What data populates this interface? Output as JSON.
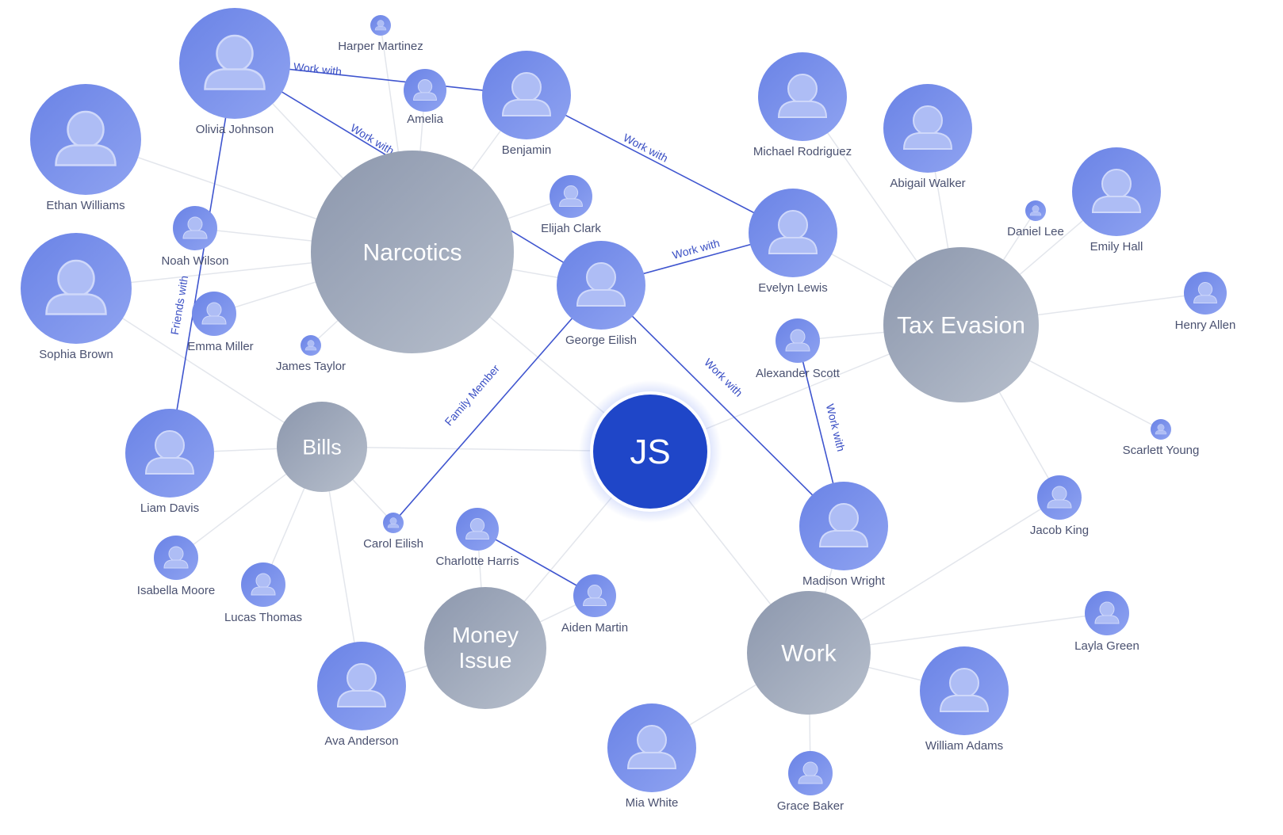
{
  "colors": {
    "person_fill_a": "#6a83e6",
    "person_fill_b": "#8ea2f0",
    "person_glyph": "#aebdf5",
    "topic_fill_a": "#8d98ad",
    "topic_fill_b": "#b3bbc9",
    "center_fill": "#1f46c8",
    "edge_light": "#e3e6ec",
    "edge_relation": "#3f55cf"
  },
  "center": {
    "label": "JS",
    "icon": "user-initials"
  },
  "topics": [
    {
      "id": "narcotics",
      "label": "Narcotics"
    },
    {
      "id": "tax",
      "label": "Tax Evasion"
    },
    {
      "id": "bills",
      "label": "Bills"
    },
    {
      "id": "money",
      "label": "Money\nIssue"
    },
    {
      "id": "work",
      "label": "Work"
    }
  ],
  "people": [
    {
      "id": "olivia",
      "name": "Olivia Johnson",
      "icon": "person-icon"
    },
    {
      "id": "harper",
      "name": "Harper Martinez",
      "icon": "person-icon"
    },
    {
      "id": "amelia",
      "name": "Amelia",
      "icon": "person-icon"
    },
    {
      "id": "benjamin",
      "name": "Benjamin",
      "icon": "person-icon"
    },
    {
      "id": "ethan",
      "name": "Ethan Williams",
      "icon": "person-icon"
    },
    {
      "id": "noah",
      "name": "Noah Wilson",
      "icon": "person-icon"
    },
    {
      "id": "sophia",
      "name": "Sophia Brown",
      "icon": "person-icon"
    },
    {
      "id": "emma",
      "name": "Emma Miller",
      "icon": "person-icon"
    },
    {
      "id": "james",
      "name": "James Taylor",
      "icon": "person-icon"
    },
    {
      "id": "elijah",
      "name": "Elijah Clark",
      "icon": "person-icon"
    },
    {
      "id": "george",
      "name": "George Eilish",
      "icon": "person-icon"
    },
    {
      "id": "michael",
      "name": "Michael Rodriguez",
      "icon": "person-icon"
    },
    {
      "id": "evelyn",
      "name": "Evelyn Lewis",
      "icon": "person-icon"
    },
    {
      "id": "abigail",
      "name": "Abigail Walker",
      "icon": "person-icon"
    },
    {
      "id": "daniel",
      "name": "Daniel Lee",
      "icon": "person-icon"
    },
    {
      "id": "emily",
      "name": "Emily Hall",
      "icon": "person-icon"
    },
    {
      "id": "henry",
      "name": "Henry Allen",
      "icon": "person-icon"
    },
    {
      "id": "alexander",
      "name": "Alexander Scott",
      "icon": "person-icon"
    },
    {
      "id": "scarlett",
      "name": "Scarlett Young",
      "icon": "person-icon"
    },
    {
      "id": "jacob",
      "name": "Jacob King",
      "icon": "person-icon"
    },
    {
      "id": "liam",
      "name": "Liam Davis",
      "icon": "person-icon"
    },
    {
      "id": "carol",
      "name": "Carol Eilish",
      "icon": "person-icon"
    },
    {
      "id": "isabella",
      "name": "Isabella Moore",
      "icon": "person-icon"
    },
    {
      "id": "lucas",
      "name": "Lucas Thomas",
      "icon": "person-icon"
    },
    {
      "id": "charlotte",
      "name": "Charlotte Harris",
      "icon": "person-icon"
    },
    {
      "id": "aiden",
      "name": "Aiden Martin",
      "icon": "person-icon"
    },
    {
      "id": "ava",
      "name": "Ava Anderson",
      "icon": "person-icon"
    },
    {
      "id": "madison",
      "name": "Madison Wright",
      "icon": "person-icon"
    },
    {
      "id": "layla",
      "name": "Layla Green",
      "icon": "person-icon"
    },
    {
      "id": "william",
      "name": "William Adams",
      "icon": "person-icon"
    },
    {
      "id": "mia",
      "name": "Mia White",
      "icon": "person-icon"
    },
    {
      "id": "grace",
      "name": "Grace Baker",
      "icon": "person-icon"
    }
  ],
  "links": [
    [
      "narcotics",
      "olivia"
    ],
    [
      "narcotics",
      "harper"
    ],
    [
      "narcotics",
      "amelia"
    ],
    [
      "narcotics",
      "benjamin"
    ],
    [
      "narcotics",
      "ethan"
    ],
    [
      "narcotics",
      "noah"
    ],
    [
      "narcotics",
      "sophia"
    ],
    [
      "narcotics",
      "emma"
    ],
    [
      "narcotics",
      "james"
    ],
    [
      "narcotics",
      "elijah"
    ],
    [
      "narcotics",
      "george"
    ],
    [
      "narcotics",
      "center"
    ],
    [
      "tax",
      "michael"
    ],
    [
      "tax",
      "abigail"
    ],
    [
      "tax",
      "daniel"
    ],
    [
      "tax",
      "emily"
    ],
    [
      "tax",
      "henry"
    ],
    [
      "tax",
      "scarlett"
    ],
    [
      "tax",
      "jacob"
    ],
    [
      "tax",
      "alexander"
    ],
    [
      "tax",
      "evelyn"
    ],
    [
      "tax",
      "center"
    ],
    [
      "bills",
      "liam"
    ],
    [
      "bills",
      "isabella"
    ],
    [
      "bills",
      "lucas"
    ],
    [
      "bills",
      "ava"
    ],
    [
      "bills",
      "carol"
    ],
    [
      "bills",
      "sophia"
    ],
    [
      "bills",
      "center"
    ],
    [
      "money",
      "charlotte"
    ],
    [
      "money",
      "aiden"
    ],
    [
      "money",
      "ava"
    ],
    [
      "money",
      "center"
    ],
    [
      "work",
      "madison"
    ],
    [
      "work",
      "mia"
    ],
    [
      "work",
      "grace"
    ],
    [
      "work",
      "william"
    ],
    [
      "work",
      "layla"
    ],
    [
      "work",
      "jacob"
    ],
    [
      "work",
      "center"
    ]
  ],
  "relations": [
    {
      "from": "olivia",
      "to": "benjamin",
      "label": "Work with"
    },
    {
      "from": "olivia",
      "to": "george",
      "label": "Work with"
    },
    {
      "from": "benjamin",
      "to": "evelyn",
      "label": "Work with"
    },
    {
      "from": "george",
      "to": "evelyn",
      "label": "Work with"
    },
    {
      "from": "george",
      "to": "madison",
      "label": "Work with"
    },
    {
      "from": "alexander",
      "to": "madison",
      "label": "Work with"
    },
    {
      "from": "olivia",
      "to": "liam",
      "label": "Friends with"
    },
    {
      "from": "george",
      "to": "carol",
      "label": "Family Member"
    },
    {
      "from": "charlotte",
      "to": "aiden",
      "label": ""
    }
  ]
}
